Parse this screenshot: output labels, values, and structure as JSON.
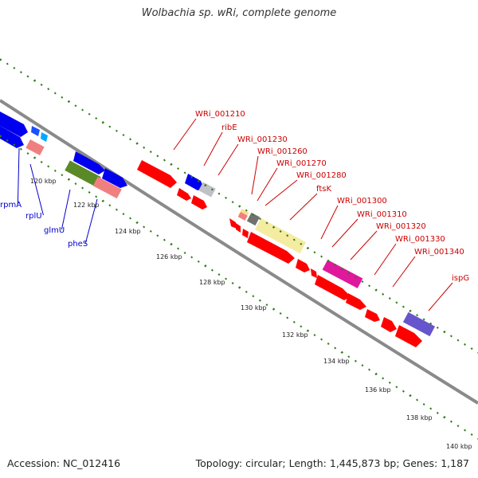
{
  "title": "Wolbachia sp. wRi, complete genome",
  "footer": {
    "accession": "Accession: NC_012416",
    "summary": "Topology: circular; Length: 1,445,873 bp; Genes: 1,187"
  },
  "colors": {
    "backbone": "#8a8a8a",
    "tick": "#2e7d1a",
    "red_gene": "#ff0000",
    "blue_gene": "#0000ee",
    "red_label": "#cc0000",
    "blue_label": "#0000cc"
  },
  "scale": {
    "unit": "kbp",
    "ticks": [
      "120 kbp",
      "122 kbp",
      "124 kbp",
      "126 kbp",
      "128 kbp",
      "130 kbp",
      "132 kbp",
      "134 kbp",
      "136 kbp",
      "138 kbp",
      "140 kbp"
    ]
  },
  "gene_labels": {
    "red": [
      "WRi_001210",
      "ribE",
      "WRi_001230",
      "WRi_001260",
      "WRi_001270",
      "WRi_001280",
      "ftsK",
      "WRi_001300",
      "WRi_001310",
      "WRi_001320",
      "WRi_001330",
      "WRi_001340",
      "ispG"
    ],
    "blue": [
      "rpmA",
      "rplU",
      "glmU",
      "pheS"
    ]
  }
}
